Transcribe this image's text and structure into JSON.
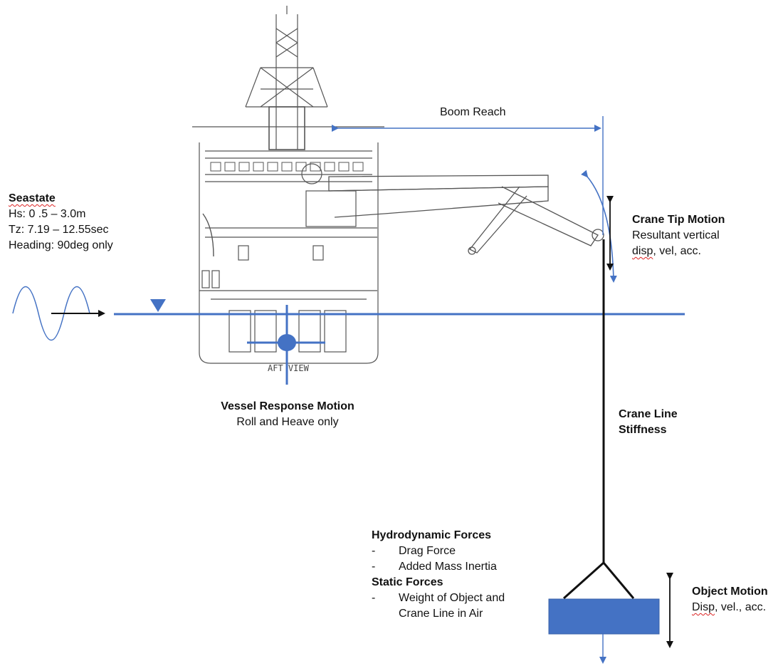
{
  "seastate": {
    "title": "Seastate",
    "hs": "Hs: 0 .5 – 3.0m",
    "tz": "Tz: 7.19 – 12.55sec",
    "heading": "Heading: 90deg only"
  },
  "boom_reach": "Boom Reach",
  "crane_tip": {
    "title": "Crane Tip Motion",
    "line1": "Resultant vertical",
    "line2_a": "disp",
    "line2_b": ", vel, acc."
  },
  "vessel_response": {
    "title": "Vessel Response Motion",
    "subtitle": "Roll and Heave only"
  },
  "aft_view": "AFT VIEW",
  "crane_line": {
    "line1": "Crane Line",
    "line2": "Stiffness"
  },
  "forces": {
    "hydro_title": "Hydrodynamic Forces",
    "hydro_items": [
      "Drag Force",
      "Added Mass Inertia"
    ],
    "static_title": "Static Forces",
    "static_item_line1": "Weight of Object and",
    "static_item_line2": "Crane Line in Air",
    "dash": "-"
  },
  "object_motion": {
    "title": "Object Motion",
    "line_a": "Disp",
    "line_b": ", vel., acc."
  },
  "colors": {
    "blue": "#4472c4",
    "object_fill": "#4472c4",
    "ink": "#111111"
  }
}
